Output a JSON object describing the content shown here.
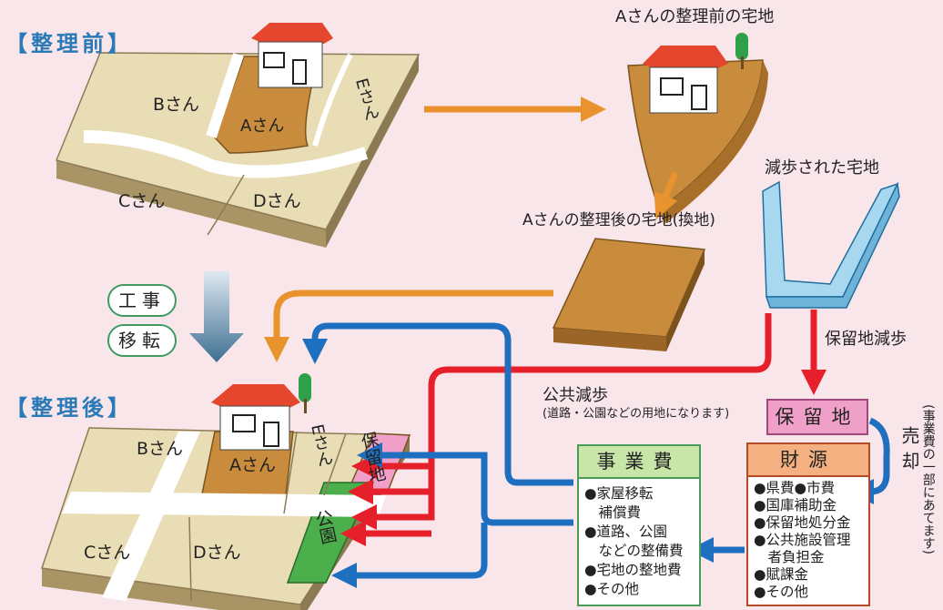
{
  "before": {
    "header": "【整理前】",
    "lots": [
      "Bさん",
      "Aさん",
      "Eさん",
      "Cさん",
      "Dさん"
    ]
  },
  "after": {
    "header": "【整理後】",
    "lots": [
      "Bさん",
      "Aさん",
      "Eさん",
      "Cさん",
      "Dさん"
    ],
    "reserve_label": "保留地",
    "park_label": "公園"
  },
  "process": [
    "工事",
    "移転"
  ],
  "a_before_title": "Aさんの整理前の宅地",
  "reduced_title": "減歩された宅地",
  "a_after_title": "Aさんの整理後の宅地(換地)",
  "reserve_reduction": "保留地減歩",
  "public_reduction": {
    "title": "公共減歩",
    "note": "(道路・公園などの用地になります)"
  },
  "reserve_land": "保留地",
  "sale": "売却",
  "sale_note": "(事業費の一部にあてます)",
  "project_cost": {
    "title": "事業費",
    "items": [
      "●家屋移転",
      "　補償費",
      "●道路、公園",
      "　などの整備費",
      "●宅地の整地費",
      "●その他"
    ]
  },
  "funding": {
    "title": "財源",
    "items": [
      "●県費●市費",
      "●国庫補助金",
      "●保留地処分金",
      "●公共施設管理",
      "　者負担金",
      "●賦課金",
      "●その他"
    ]
  },
  "colors": {
    "orange_arrow": "#e8932e",
    "red_arrow": "#e5202a",
    "blue_arrow": "#1f6fc0",
    "land": "#e9ddb5",
    "lot_a": "#c98b3c",
    "road": "#ffffff",
    "park": "#4bb04b",
    "reserve": "#f0a0c8",
    "reduced_strip": "#a8d8f0",
    "header": "#2a7ab8",
    "background": "#f9e6ea"
  }
}
